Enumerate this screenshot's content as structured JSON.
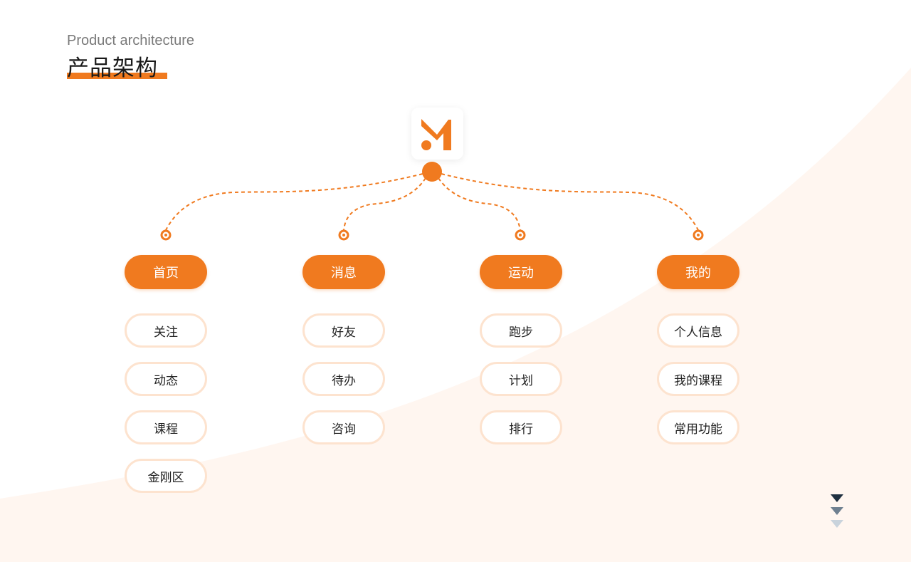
{
  "header": {
    "subtitle": "Product architecture",
    "title": "产品架构"
  },
  "colors": {
    "accent": "#f07a1f",
    "accent_light": "#fde3cf",
    "background_wave": "#fff6f0",
    "text_dark": "#222222",
    "nav_dark": "#1f3040",
    "nav_mid": "#6f8090",
    "nav_light": "#c9d3dc"
  },
  "logo": {
    "icon": "m-logo-icon"
  },
  "columns": [
    {
      "label": "首页",
      "items": [
        "关注",
        "动态",
        "课程",
        "金刚区"
      ]
    },
    {
      "label": "消息",
      "items": [
        "好友",
        "待办",
        "咨询"
      ]
    },
    {
      "label": "运动",
      "items": [
        "跑步",
        "计划",
        "排行"
      ]
    },
    {
      "label": "我的",
      "items": [
        "个人信息",
        "我的课程",
        "常用功能"
      ]
    }
  ],
  "nav": {
    "icon": "page-nav-arrows-icon"
  }
}
